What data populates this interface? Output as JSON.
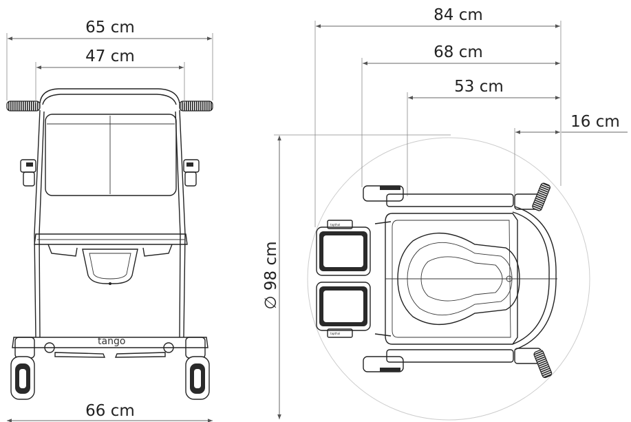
{
  "dimensions": {
    "front_overall_width": "65 cm",
    "front_seat_width": "47 cm",
    "front_base_width": "66 cm",
    "top_total_length": "84 cm",
    "top_length_68": "68 cm",
    "top_length_53": "53 cm",
    "top_offset_16": "16 cm",
    "turning_diameter": "∅ 98 cm"
  },
  "brand": {
    "front_logo": "tango",
    "footplate_logo": "tapthal"
  },
  "icons": [
    "front-view-chair-icon",
    "top-view-chair-icon",
    "turning-circle-icon"
  ]
}
